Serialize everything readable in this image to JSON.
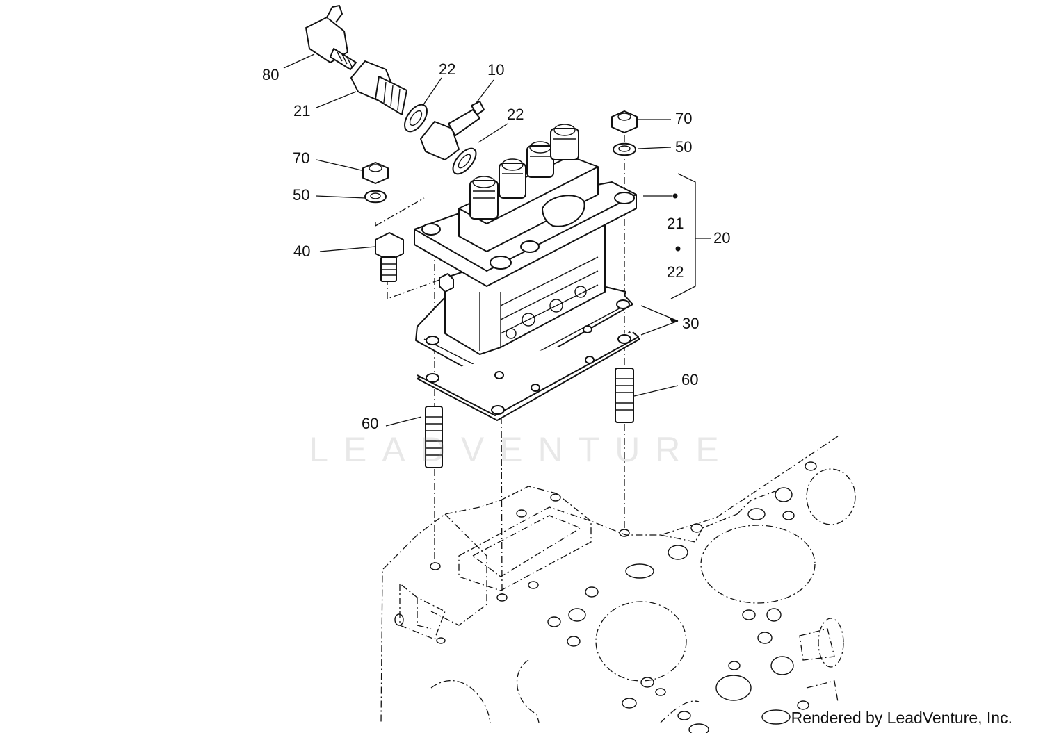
{
  "labels": {
    "p80": "80",
    "p21": "21",
    "p22a": "22",
    "p10": "10",
    "p22b": "22",
    "p70a": "70",
    "p50a": "50",
    "p70b": "70",
    "p50b": "50",
    "p40": "40",
    "p21k": "21",
    "p22k": "22",
    "p20": "20",
    "p30": "30",
    "p60a": "60",
    "p60b": "60"
  },
  "watermark": "LEADVENTURE",
  "credit": "Rendered by LeadVenture, Inc."
}
